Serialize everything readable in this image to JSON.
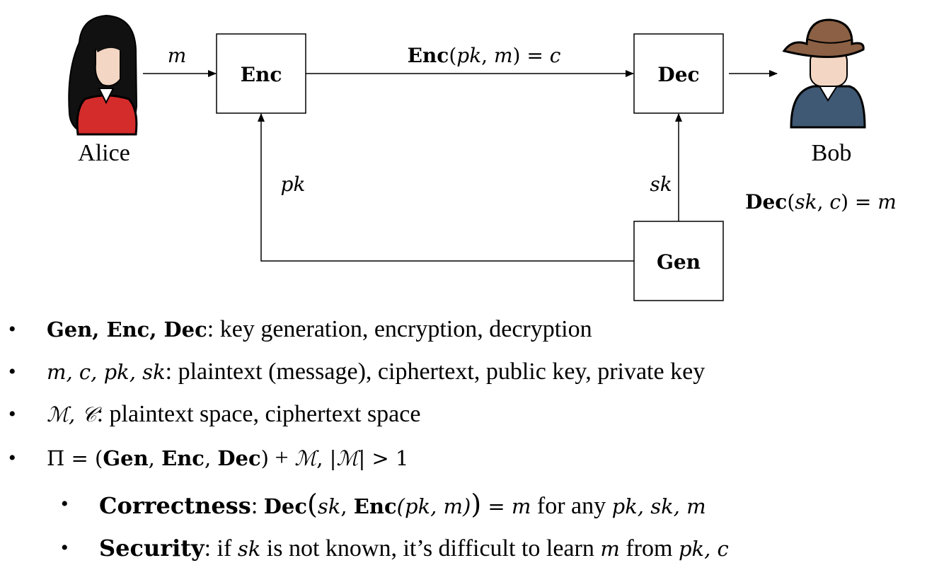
{
  "diagram": {
    "alice_label": "Alice",
    "bob_label": "Bob",
    "enc_box": "Enc",
    "dec_box": "Dec",
    "gen_box": "Gen",
    "msg_in": "m",
    "cipher_eq": "Enc(pk, m) = c",
    "pk_label": "pk",
    "sk_label": "sk",
    "bob_eq": "Dec(sk, c) = m"
  },
  "bullets": {
    "b1": {
      "terms": "Gen, Enc, Dec",
      "colon": ":",
      "text": " key generation, encryption, decryption"
    },
    "b2": {
      "terms": "m, c, pk, sk",
      "colon": ":",
      "text": " plaintext (message), ciphertext, public key, private key"
    },
    "b3": {
      "terms": "ℳ, 𝒞",
      "colon": ":",
      "text": " plaintext space, ciphertext space"
    },
    "b4": {
      "pi": "Π = ",
      "lp": "(",
      "gen": "Gen",
      "c1": ", ",
      "enc": "Enc",
      "c2": ", ",
      "dec": "Dec",
      "rp": ")",
      "plus": " + ",
      "M1": "ℳ",
      "comma": ", |",
      "M2": "ℳ",
      "gt": "| > 1"
    },
    "b5": {
      "label": "Correctness",
      "colon": ": ",
      "dec": "Dec",
      "lp": "(",
      "sk": "sk",
      "comma1": ", ",
      "enc": "Enc",
      "args": "(pk, m)",
      "rp": ")",
      "eq": " = ",
      "m": "m",
      "for_any": " for any ",
      "vars": "pk, sk, m"
    },
    "b6": {
      "label": "Security",
      "text1": ": if ",
      "sk": "sk",
      "text2": " is not known, it’s difficult to learn ",
      "m": "m",
      "text3": " from ",
      "vars": "pk, c"
    }
  }
}
